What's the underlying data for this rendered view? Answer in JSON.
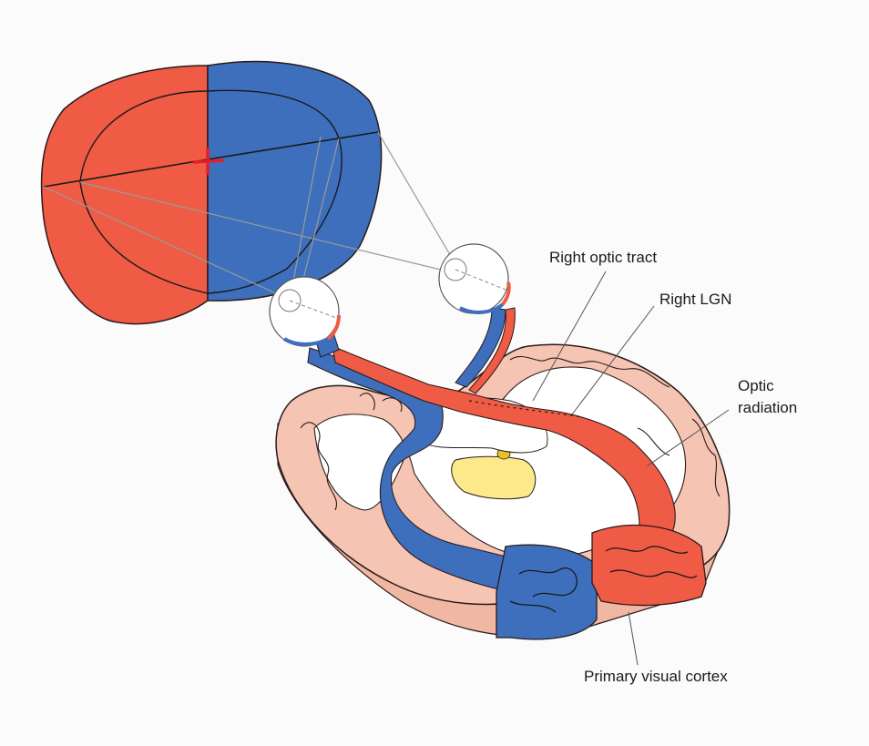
{
  "labels": {
    "right_optic_tract": "Right optic tract",
    "right_lgn": "Right LGN",
    "optic_radiation_line1": "Optic",
    "optic_radiation_line2": "radiation",
    "primary_visual_cortex": "Primary visual cortex"
  },
  "colors": {
    "left_visual_field": "#ef5b45",
    "right_visual_field": "#3d6fbd",
    "brain_tissue": "#f5c4b2",
    "white_matter": "#ffffff",
    "thalamus": "#fbe98a",
    "fixation_mark": "#e0202a",
    "outline": "#2a1a1a"
  }
}
